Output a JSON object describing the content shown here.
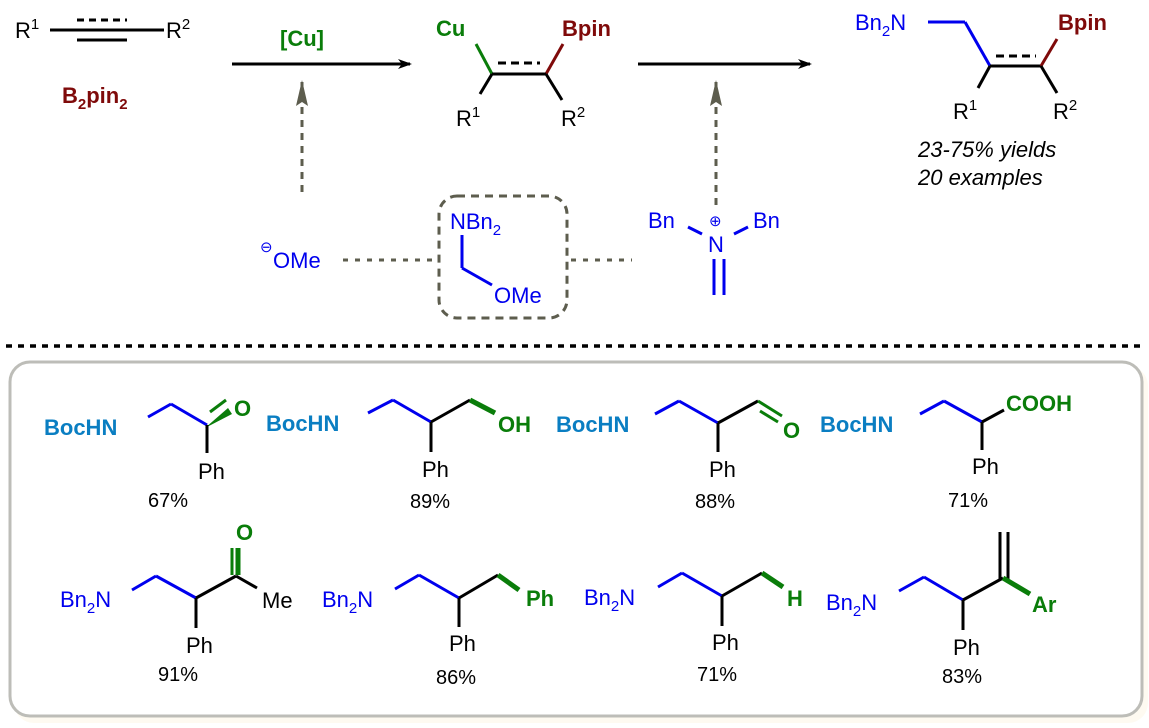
{
  "scheme": {
    "reactants": {
      "alkyne": {
        "left": "R",
        "left_sup": "1",
        "right": "R",
        "right_sup": "2"
      },
      "reagent": {
        "base": "B",
        "sub1": "2",
        "mid": "pin",
        "sub2": "2"
      }
    },
    "step1": {
      "catalyst": "[Cu]"
    },
    "intermediate": {
      "metal": "Cu",
      "boryl": "Bpin",
      "r1": "R",
      "r1_sup": "1",
      "r2": "R",
      "r2_sup": "2"
    },
    "product": {
      "amine": "Bn",
      "amine_sub": "2",
      "amine_end": "N",
      "boryl": "Bpin",
      "r1": "R",
      "r1_sup": "1",
      "r2": "R",
      "r2_sup": "2",
      "yield_range": "23-75% yields",
      "examples": "20 examples"
    },
    "mechanism": {
      "methoxide": {
        "charge": "⊖",
        "label": "OMe"
      },
      "aminal": {
        "top": "NBn",
        "top_sub": "2",
        "bottom": "OMe"
      },
      "iminium": {
        "left": "Bn",
        "right": "Bn",
        "center": "N",
        "charge": "⊕"
      }
    }
  },
  "scope": {
    "row1": [
      {
        "amine": "BocHN",
        "group": "O",
        "sub": "Ph",
        "yield": "67%"
      },
      {
        "amine": "BocHN",
        "group": "OH",
        "sub": "Ph",
        "yield": "89%"
      },
      {
        "amine": "BocHN",
        "group": "O",
        "sub": "Ph",
        "yield": "88%"
      },
      {
        "amine": "BocHN",
        "group": "COOH",
        "sub": "Ph",
        "yield": "71%"
      }
    ],
    "row2": [
      {
        "amine": "Bn",
        "amine_sub": "2",
        "amine_end": "N",
        "group": "O",
        "extra": "Me",
        "sub": "Ph",
        "yield": "91%"
      },
      {
        "amine": "Bn",
        "amine_sub": "2",
        "amine_end": "N",
        "group": "Ph",
        "sub": "Ph",
        "yield": "86%"
      },
      {
        "amine": "Bn",
        "amine_sub": "2",
        "amine_end": "N",
        "group": "H",
        "sub": "Ph",
        "yield": "71%"
      },
      {
        "amine": "Bn",
        "amine_sub": "2",
        "amine_end": "N",
        "group": "Ar",
        "sub": "Ph",
        "yield": "83%"
      }
    ]
  },
  "colors": {
    "amine_blue": "#0000ee",
    "boc_blue": "#0a7ec2",
    "green": "#0a7d0a",
    "boron_red": "#7f0a0a",
    "dashed_gray": "#5d5d4e"
  }
}
